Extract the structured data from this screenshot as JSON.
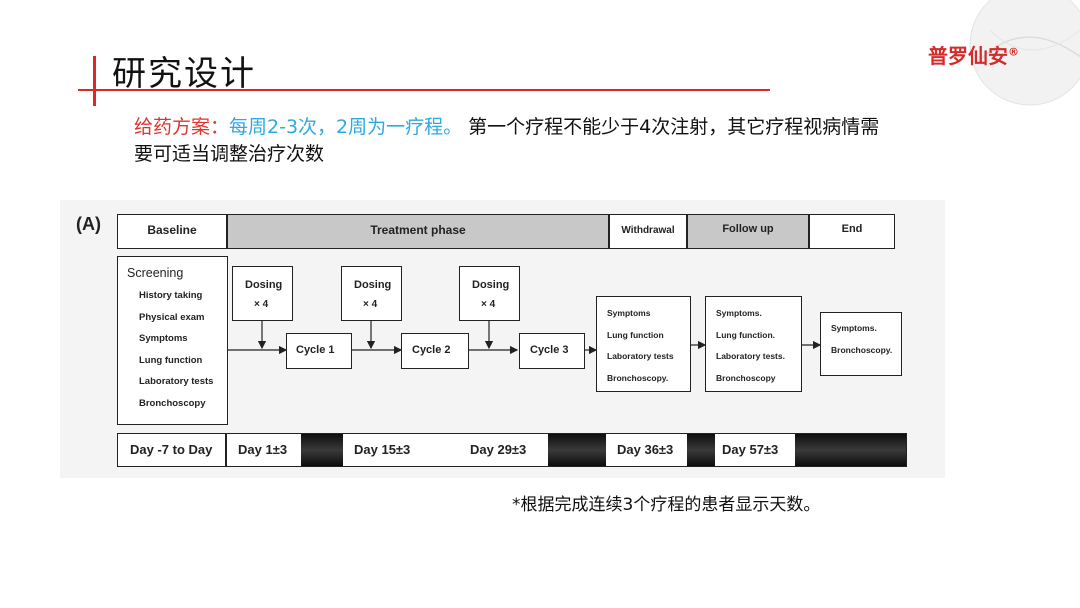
{
  "header": {
    "title": "研究设计",
    "logo": "普罗仙安",
    "logo_mark": "®"
  },
  "lead": {
    "label": "给药方案：",
    "highlight": "每周2-3次，2周为一疗程。",
    "rest": " 第一个疗程不能少于4次注射，其它疗程视病情需要可适当调整治疗次数"
  },
  "diagram": {
    "panel_label": "(A)",
    "phases": {
      "baseline": "Baseline",
      "treatment": "Treatment phase",
      "withdrawal": "Withdrawal",
      "followup": "Follow up",
      "end": "End"
    },
    "screening": {
      "title": "Screening",
      "items": [
        "History taking",
        "Physical exam",
        "Symptoms",
        "Lung function",
        "Laboratory tests",
        "Bronchoscopy"
      ]
    },
    "dosing": [
      {
        "label": "Dosing",
        "count": "× 4"
      },
      {
        "label": "Dosing",
        "count": "× 4"
      },
      {
        "label": "Dosing",
        "count": "× 4"
      }
    ],
    "cycles": [
      "Cycle 1",
      "Cycle 2",
      "Cycle 3"
    ],
    "assessment_withdrawal": [
      "Symptoms",
      "Lung function",
      "Laboratory tests",
      "Bronchoscopy."
    ],
    "assessment_followup": [
      "Symptoms.",
      "Lung function.",
      "Laboratory tests.",
      "Bronchoscopy"
    ],
    "assessment_end": [
      "Symptoms.",
      "Bronchoscopy."
    ],
    "days": [
      "Day -7 to Day",
      "Day 1±3",
      "Day 15±3",
      "Day 29±3",
      "Day 36±3",
      "Day 57±3"
    ]
  },
  "footnote": "*根据完成连续3个疗程的患者显示天数。",
  "colors": {
    "accent": "#e0252a",
    "highlight": "#2fa9e0",
    "phase_gray": "#c8c8c8"
  }
}
